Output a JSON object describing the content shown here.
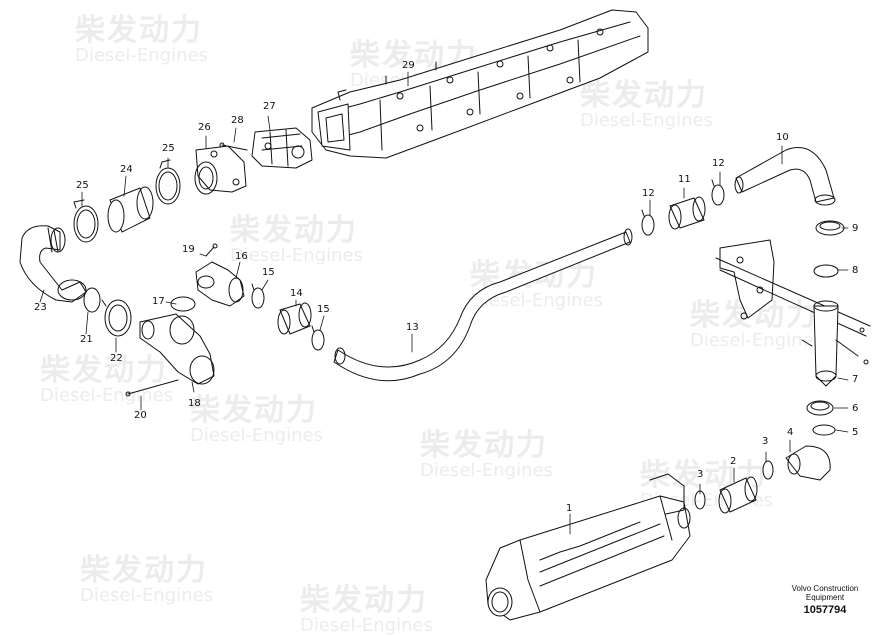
{
  "watermark": {
    "chinese": "柴发动力",
    "english": "Diesel-Engines"
  },
  "callouts": [
    "1",
    "2",
    "3",
    "3",
    "4",
    "5",
    "6",
    "7",
    "8",
    "9",
    "10",
    "11",
    "12",
    "12",
    "13",
    "14",
    "15",
    "15",
    "16",
    "17",
    "18",
    "19",
    "20",
    "21",
    "22",
    "23",
    "24",
    "25",
    "25",
    "26",
    "27",
    "28",
    "29"
  ],
  "caption": {
    "line1": "Volvo Construction",
    "line2": "Equipment",
    "number": "1057794"
  },
  "colors": {
    "line": "#111111",
    "watermark": "#ececec",
    "background": "#ffffff"
  }
}
